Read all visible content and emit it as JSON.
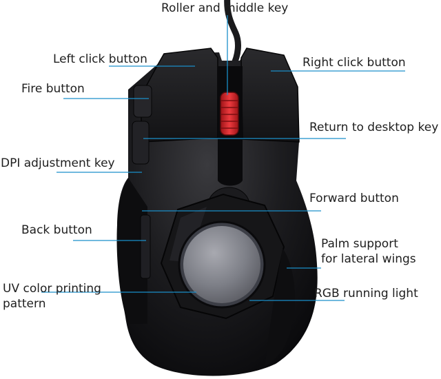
{
  "labels": {
    "roller": "Roller and middle key",
    "left_click": "Left click button",
    "right_click": "Right click button",
    "fire": "Fire button",
    "return_desktop": "Return to desktop key",
    "dpi": "DPI adjustment key",
    "forward": "Forward button",
    "back": "Back button",
    "palm": [
      "Palm support",
      "for lateral wings"
    ],
    "uv": [
      "UV color printing",
      "pattern"
    ],
    "rgb": "RGB running light"
  },
  "colors": {
    "leader_line": "#1a8fc9",
    "mouse_body": "#141416",
    "scroll_wheel": "#d8262c",
    "rgb_disc": "#7e8088"
  }
}
